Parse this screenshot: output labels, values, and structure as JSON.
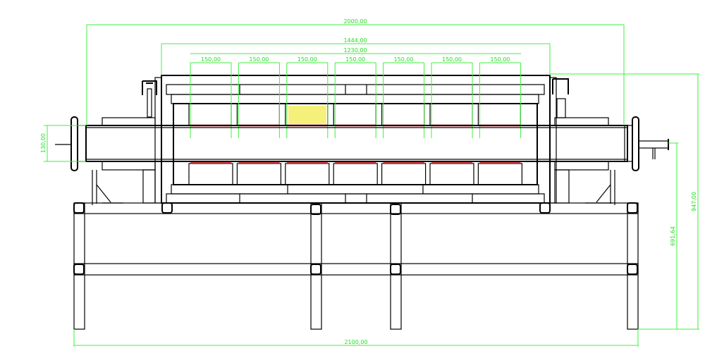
{
  "drawing": {
    "dimensions": {
      "overall_width": "2000,00",
      "body_width": "1444,00",
      "heated_length": "1230,00",
      "zone_widths": [
        "150,00",
        "150,00",
        "150,00",
        "150,00",
        "150,00",
        "150,00",
        "150,00"
      ],
      "tube_diameter": "130,00",
      "total_height": "947,00",
      "tube_axis_height": "691,64",
      "frame_width": "2100,00"
    },
    "zone_count": 7,
    "highlighted_zone": 3,
    "colors": {
      "dimension": "#3cf03c",
      "heater": "#ee1111",
      "highlight": "#f5f07a",
      "line": "#000000"
    }
  }
}
